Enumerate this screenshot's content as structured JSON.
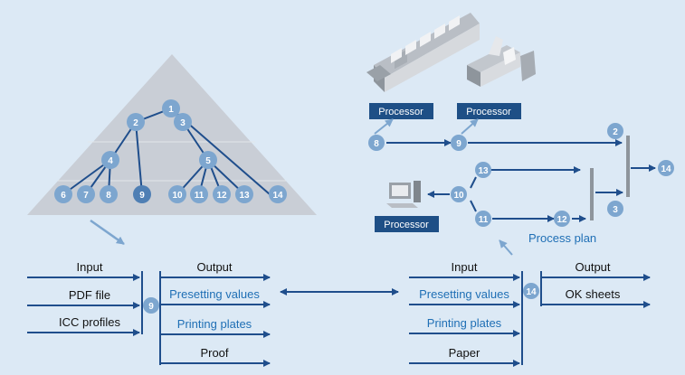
{
  "colors": {
    "background": "#dce9f5",
    "line": "#1f4e8c",
    "node": "#7da6cf",
    "node_dark": "#4f7fb4",
    "label_blue": "#1f6fb5",
    "processor_bg": "#1e4f86",
    "triangle": "#c9ced6",
    "gray_bar": "#8e959c"
  },
  "tree": {
    "nodes": [
      "1",
      "2",
      "3",
      "4",
      "5",
      "6",
      "7",
      "8",
      "9",
      "10",
      "11",
      "12",
      "13",
      "14"
    ]
  },
  "processors": {
    "p1": "Processor",
    "p2": "Processor",
    "p3": "Processor"
  },
  "flow_nodes": [
    "2",
    "3",
    "8",
    "9",
    "10",
    "11",
    "12",
    "13",
    "14"
  ],
  "process_plan_label": "Process plan",
  "left_block": {
    "inputs": [
      "Input",
      "PDF file",
      "ICC profiles"
    ],
    "node": "9",
    "outputs": [
      "Output",
      "Presetting values",
      "Printing plates",
      "Proof"
    ]
  },
  "right_block": {
    "inputs": [
      "Input",
      "Presetting values",
      "Printing plates",
      "Paper"
    ],
    "node": "14",
    "outputs": [
      "Output",
      "OK sheets"
    ]
  }
}
